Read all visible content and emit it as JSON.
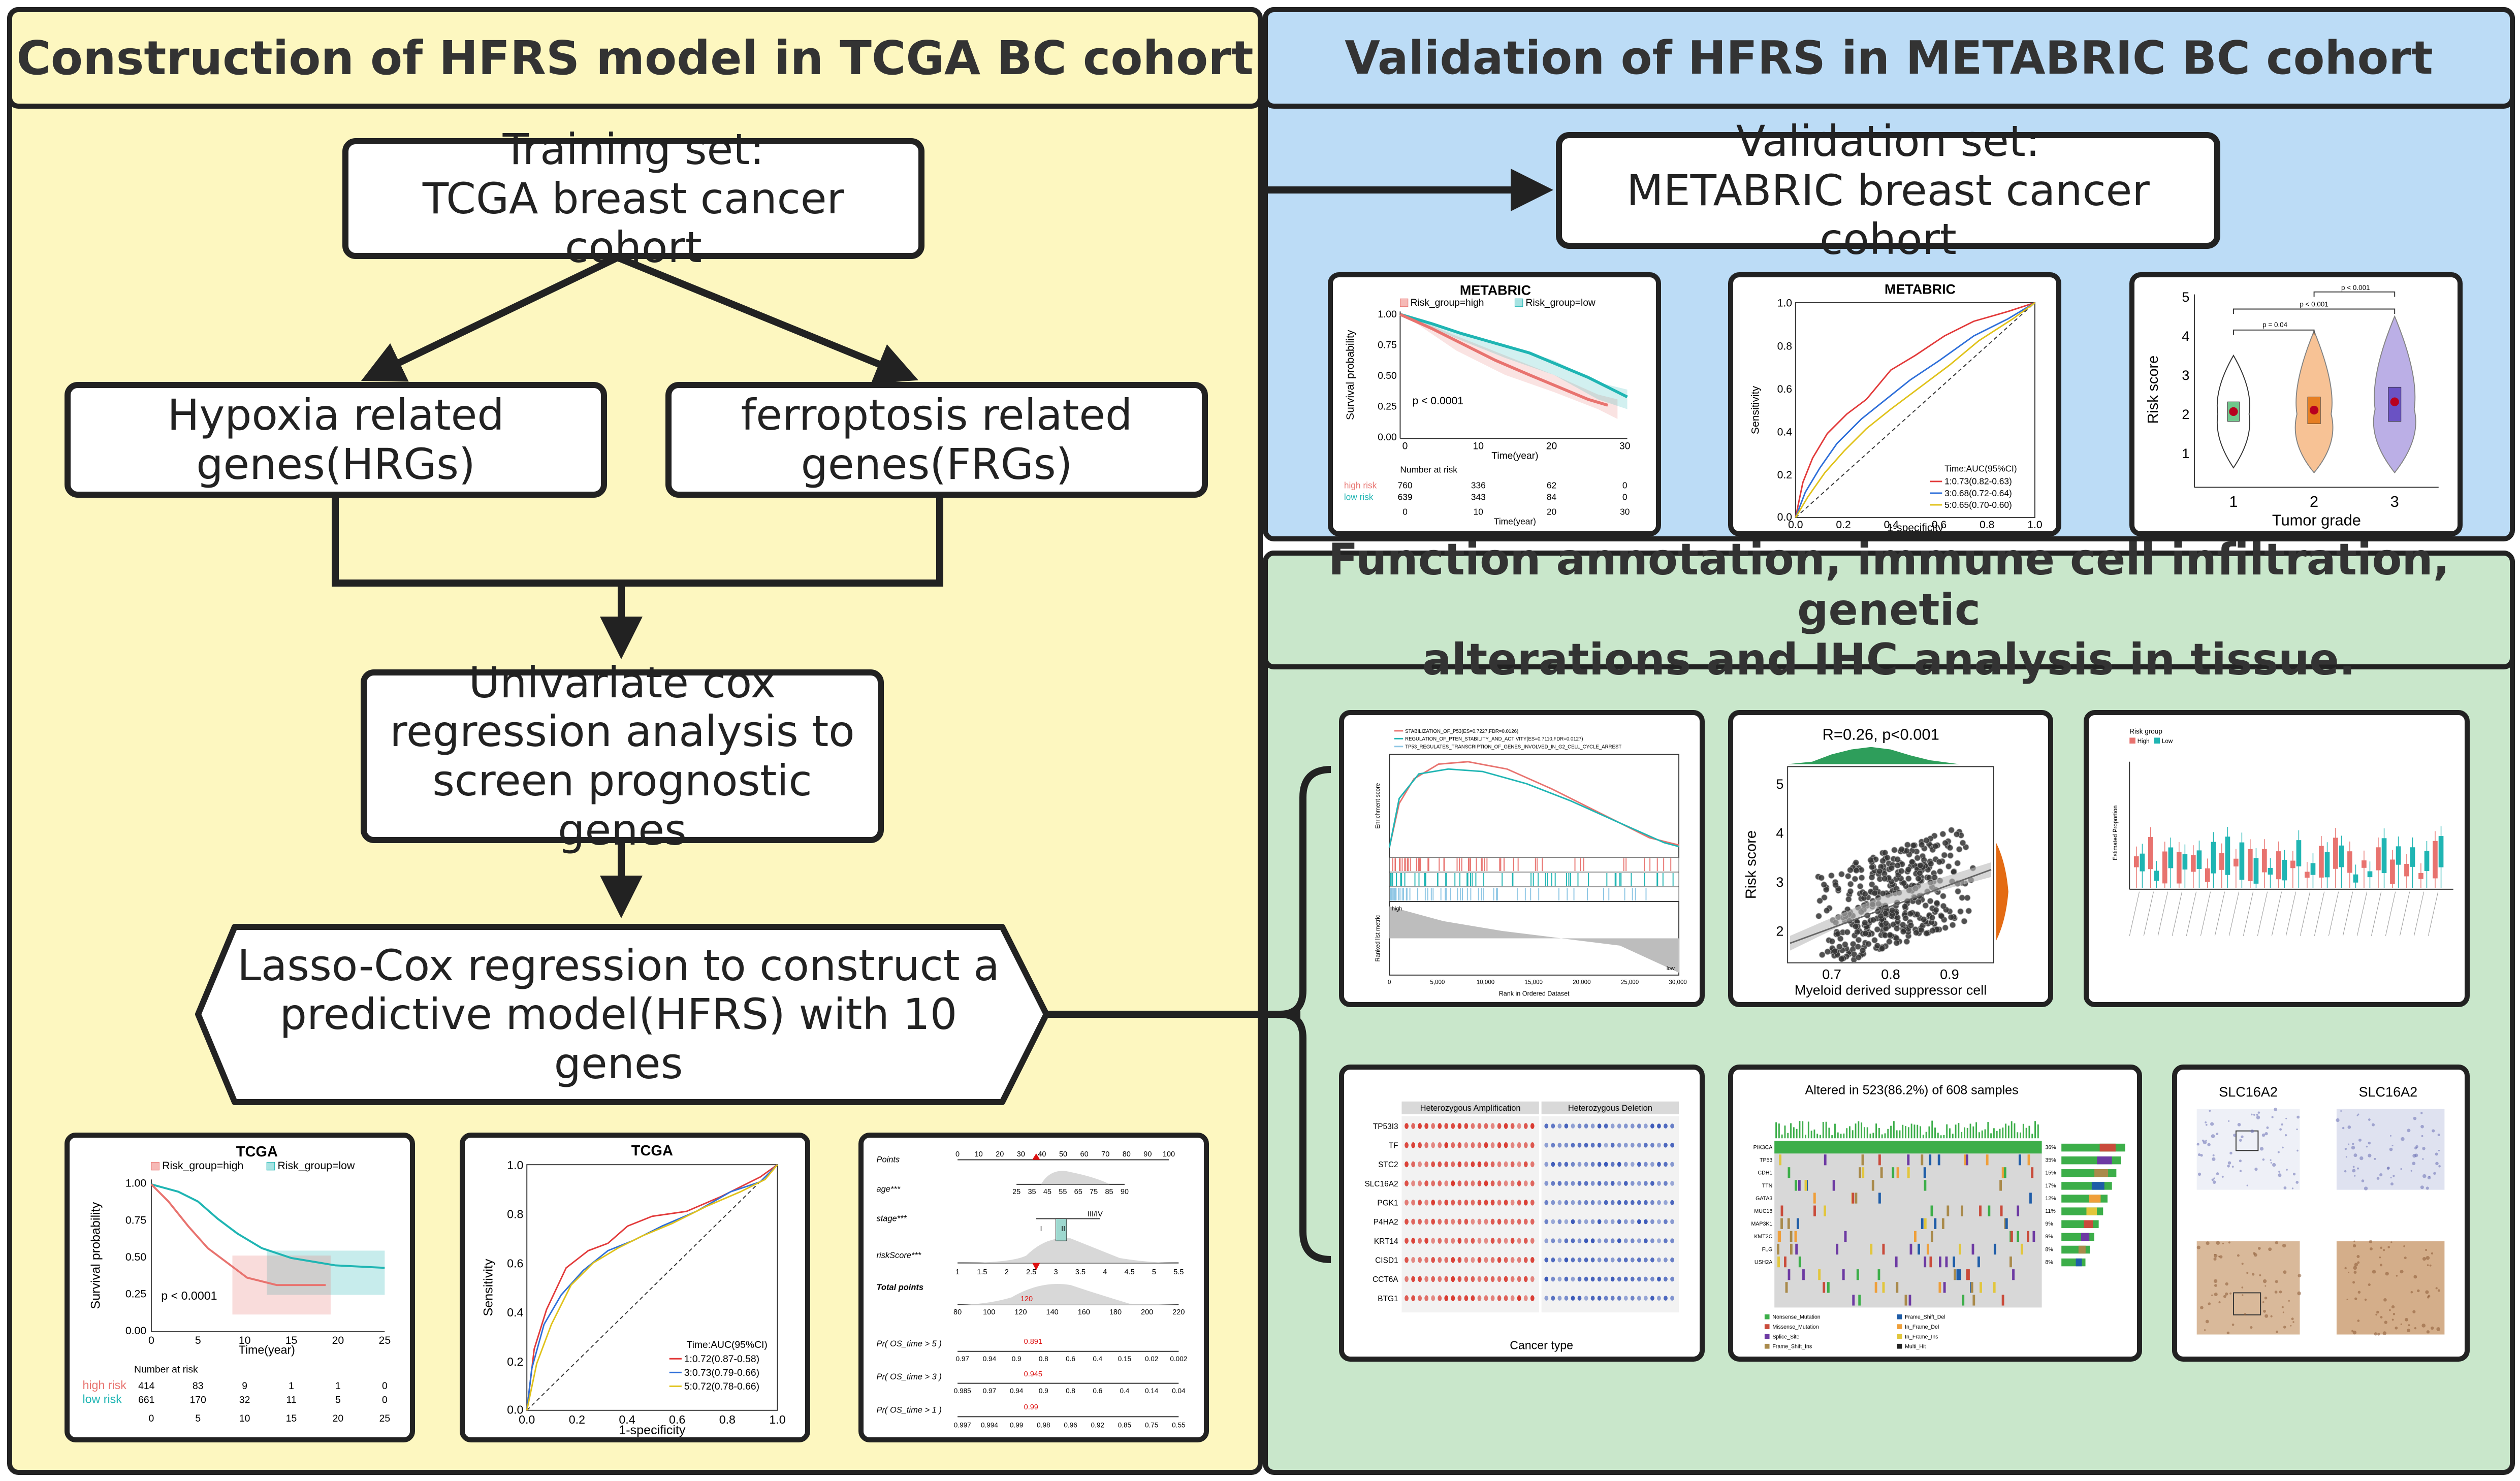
{
  "left_panel": {
    "title": "Construction of HFRS model in TCGA BC cohort",
    "training_box": "Training set:\nTCGA breast cancer cohort",
    "hypoxia_box": "Hypoxia related\ngenes(HRGs)",
    "ferroptosis_box": "ferroptosis related\ngenes(FRGs)",
    "univariate_box": "Univariate cox\nregression analysis to\nscreen prognostic genes",
    "lasso_box": "Lasso-Cox regression to construct a\npredictive model(HFRS) with 10 genes"
  },
  "right_top_panel": {
    "title": "Validation of HFRS in METABRIC BC cohort",
    "validation_box": "Validation set:\nMETABRIC breast cancer cohort"
  },
  "right_bottom_panel": {
    "title": "Function annotation, immune cell infiltration, genetic\nalterations and IHC analysis in tissue."
  },
  "colors": {
    "left_bg": "#fdf7c0",
    "top_right_bg": "#bcdcf6",
    "bottom_right_bg": "#c9e7cb",
    "high_risk": "#e8736f",
    "low_risk": "#1fb5b3"
  },
  "figures": {
    "tcga_km": {
      "title": "TCGA",
      "legend": [
        "Risk_group=high",
        "Risk_group=low"
      ],
      "pvalue": "p < 0.0001",
      "ylabel": "Survival probability",
      "xlabel": "Time(year)",
      "risk_table_title": "Number at risk",
      "rows": [
        {
          "label": "high risk",
          "values": [
            "414",
            "83",
            "9",
            "1",
            "1",
            "0"
          ]
        },
        {
          "label": "low risk",
          "values": [
            "661",
            "170",
            "32",
            "11",
            "5",
            "0"
          ]
        }
      ],
      "xticks": [
        "0",
        "5",
        "10",
        "15",
        "20",
        "25"
      ],
      "yticks": [
        "0.00",
        "0.25",
        "0.50",
        "0.75",
        "1.00"
      ]
    },
    "tcga_roc": {
      "title": "TCGA",
      "ylabel": "Sensitivity",
      "xlabel": "1-specificity",
      "ticks": [
        "0.0",
        "0.2",
        "0.4",
        "0.6",
        "0.8",
        "1.0"
      ],
      "legend_title": "Time:AUC(95%CI)",
      "legend": [
        "1:0.72(0.87-0.58)",
        "3:0.73(0.79-0.66)",
        "5:0.72(0.78-0.66)"
      ]
    },
    "nomogram": {
      "rows": [
        "Points",
        "age***",
        "stage***",
        "riskScore***",
        "Total points",
        "Pr( OS_time > 5 )",
        "Pr( OS_time > 3 )",
        "Pr( OS_time > 1 )"
      ],
      "points_ticks": [
        "0",
        "10",
        "20",
        "30",
        "40",
        "50",
        "60",
        "70",
        "80",
        "90",
        "100"
      ],
      "age_ticks": [
        "25",
        "35",
        "45",
        "55",
        "65",
        "75",
        "85",
        "90"
      ],
      "stage_labels": [
        "I",
        "II",
        "III/IV"
      ],
      "risk_ticks": [
        "1",
        "1.5",
        "2",
        "2.5",
        "3",
        "3.5",
        "4",
        "4.5",
        "5",
        "5.5"
      ],
      "total_ticks": [
        "80",
        "100",
        "120",
        "140",
        "160",
        "180",
        "200",
        "220"
      ],
      "total_marker": "120",
      "p5": [
        "0.97",
        "0.94",
        "0.9",
        "0.8",
        "0.6",
        "0.4",
        "0.15",
        "0.02",
        "0.002"
      ],
      "p5_marker": "0.891",
      "p3": [
        "0.985",
        "0.97",
        "0.94",
        "0.9",
        "0.8",
        "0.6",
        "0.4",
        "0.14",
        "0.04"
      ],
      "p3_marker": "0.945",
      "p1": [
        "0.997",
        "0.994",
        "0.99",
        "0.98",
        "0.96",
        "0.92",
        "0.85",
        "0.75",
        "0.55"
      ],
      "p1_marker": "0.99"
    },
    "metabric_km": {
      "title": "METABRIC",
      "legend": [
        "Risk_group=high",
        "Risk_group=low"
      ],
      "pvalue": "p < 0.0001",
      "ylabel": "Survival probability",
      "xlabel": "Time(year)",
      "risk_table_title": "Number at risk",
      "rows": [
        {
          "label": "high risk",
          "values": [
            "760",
            "336",
            "62",
            "0"
          ]
        },
        {
          "label": "low risk",
          "values": [
            "639",
            "343",
            "84",
            "0"
          ]
        }
      ],
      "xticks": [
        "0",
        "10",
        "20",
        "30"
      ],
      "yticks": [
        "0.00",
        "0.25",
        "0.50",
        "0.75",
        "1.00"
      ]
    },
    "metabric_roc": {
      "title": "METABRIC",
      "ylabel": "Sensitivity",
      "xlabel": "1-specificity",
      "ticks": [
        "0.0",
        "0.2",
        "0.4",
        "0.6",
        "0.8",
        "1.0"
      ],
      "legend_title": "Time:AUC(95%CI)",
      "legend": [
        "1:0.73(0.82-0.63)",
        "3:0.68(0.72-0.64)",
        "5:0.65(0.70-0.60)"
      ]
    },
    "violin": {
      "ylabel": "Risk score",
      "xlabel": "Tumor grade",
      "categories": [
        "1",
        "2",
        "3"
      ],
      "yticks": [
        "1",
        "2",
        "3",
        "4",
        "5"
      ],
      "pvals": [
        "p = 0.04",
        "p < 0.001",
        "p < 0.001"
      ]
    },
    "gsea": {
      "legend": [
        "STABILIZATION_OF_P53(ES=0.7227,FDR=0.0126)",
        "REGULATION_OF_PTEN_STABILITY_AND_ACTIVITY(ES=0.7110,FDR=0.0127)",
        "TP53_REGULATES_TRANSCRIPTION_OF_GENES_INVOLVED_IN_G2_CELL_CYCLE_ARREST"
      ],
      "ylabel_top": "Enrichment score",
      "ylabel_bottom": "Ranked list metric",
      "xlabel": "Rank in Ordered Dataset",
      "high": "high",
      "low": "low",
      "xticks": [
        "0",
        "5,000",
        "10,000",
        "15,000",
        "20,000",
        "25,000",
        "30,000"
      ]
    },
    "scatter": {
      "title": "R=0.26, p<0.001",
      "ylabel": "Risk score",
      "xlabel": "Myeloid derived suppressor cell",
      "xticks": [
        "0.7",
        "0.8",
        "0.9"
      ],
      "yticks": [
        "2",
        "3",
        "4",
        "5"
      ]
    },
    "immune_box": {
      "legend_title": "Risk group",
      "legend": [
        "High",
        "Low"
      ],
      "ylabel": "Estimated Proportion"
    },
    "cnv": {
      "titles": [
        "Heterozygous Amplification",
        "Heterozygous Deletion"
      ],
      "genes": [
        "TP53I3",
        "TF",
        "STC2",
        "SLC16A2",
        "PGK1",
        "P4HA2",
        "KRT14",
        "CISD1",
        "CCT6A",
        "BTG1"
      ],
      "xlabel": "Cancer type"
    },
    "oncoprint": {
      "title": "Altered in 523(86.2%) of 608 samples",
      "genes": [
        "PIK3CA",
        "TP53",
        "CDH1",
        "TTN",
        "GATA3",
        "MUC16",
        "MAP3K1",
        "KMT2C",
        "FLG",
        "USH2A"
      ],
      "pcts": [
        "36%",
        "35%",
        "15%",
        "17%",
        "12%",
        "11%",
        "9%",
        "9%",
        "8%",
        "8%"
      ],
      "legend": [
        "Nonsense_Mutation",
        "Missense_Mutation",
        "Splice_Site",
        "Frame_Shift_Ins",
        "Frame_Shift_Del",
        "In_Frame_Del",
        "In_Frame_Ins",
        "Multi_Hit"
      ]
    },
    "ihc": {
      "labels": [
        "SLC16A2",
        "SLC16A2"
      ]
    }
  }
}
